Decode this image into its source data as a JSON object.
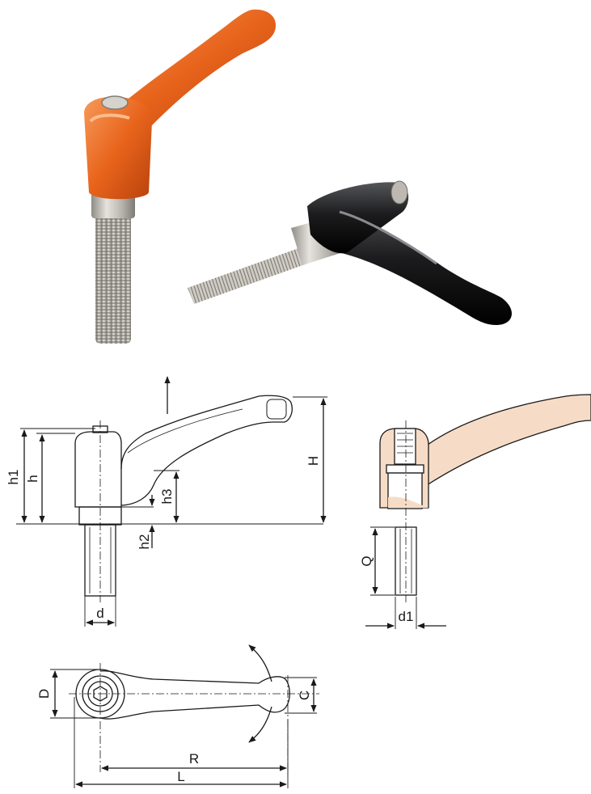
{
  "colors": {
    "orange_lever": "#e8641c",
    "orange_highlight": "#f79a5a",
    "black_lever": "#1c1c1e",
    "steel": "#c9c6c0",
    "cutaway_fill": "#f6dcc6",
    "line": "#1a1a1a"
  },
  "photos": {
    "orange_lever_icon": "orange-adjustable-handle-photo",
    "black_lever_icon": "black-adjustable-handle-photo"
  },
  "side_view": {
    "labels": {
      "h1": "h1",
      "h": "h",
      "h3": "h3",
      "h2": "h2",
      "H": "H",
      "d": "d"
    }
  },
  "section_view": {
    "labels": {
      "Q": "Q",
      "d1": "d1"
    }
  },
  "top_view": {
    "labels": {
      "D": "D",
      "C": "C",
      "R": "R",
      "L": "L"
    }
  }
}
